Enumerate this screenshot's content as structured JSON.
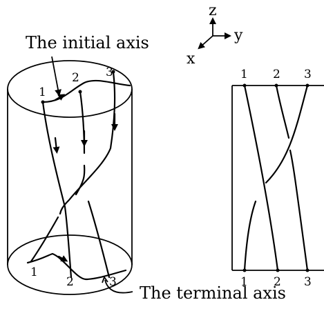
{
  "labels": {
    "initial_axis": "The initial axis",
    "terminal_axis": "The terminal axis"
  },
  "coordinate_axes": {
    "z": "z",
    "y": "y",
    "x": "x"
  },
  "cylinder": {
    "top_points": [
      "1",
      "2",
      "3"
    ],
    "bottom_points": [
      "1",
      "2",
      "3"
    ]
  },
  "braid_diagram": {
    "top_points": [
      "1",
      "2",
      "3"
    ],
    "bottom_points": [
      "1",
      "2",
      "3"
    ]
  }
}
